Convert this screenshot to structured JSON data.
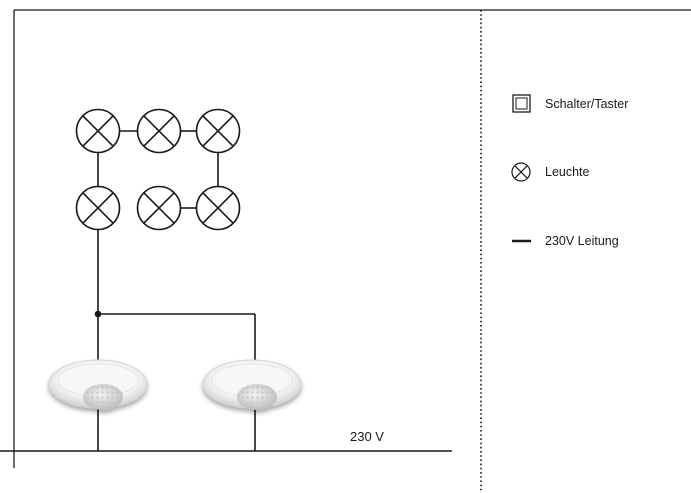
{
  "legend": {
    "items": [
      {
        "icon": "switch-symbol-icon",
        "label": "Schalter/Taster"
      },
      {
        "icon": "lamp-symbol-icon",
        "label": "Leuchte"
      },
      {
        "icon": "line-symbol-icon",
        "label": "230V Leitung"
      }
    ]
  },
  "circuit": {
    "supply_label": "230 V",
    "lamp_count": 6,
    "sensor_count": 2
  },
  "colors": {
    "line": "#1a1a1a",
    "sensor_ring": "#e9e9e9",
    "sensor_lens": "#d6d6d6"
  }
}
